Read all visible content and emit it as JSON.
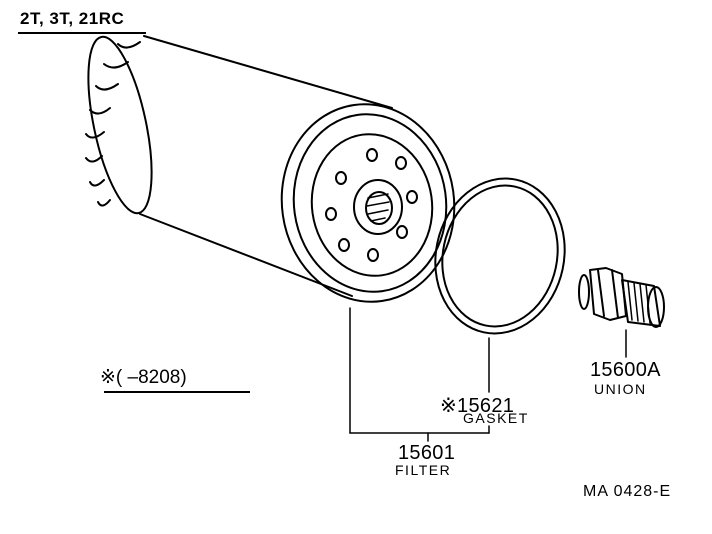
{
  "header": {
    "engine_models": "2T, 3T, 21RC"
  },
  "note": {
    "text": "※(      –8208)"
  },
  "parts": [
    {
      "number": "15600A",
      "name": "UNION"
    },
    {
      "number": "※15621",
      "name": "GASKET"
    },
    {
      "number": "15601",
      "name": "FILTER"
    }
  ],
  "footer": {
    "ref_code": "MA  0428-E"
  },
  "colors": {
    "ink": "#000000",
    "paper": "#ffffff"
  }
}
